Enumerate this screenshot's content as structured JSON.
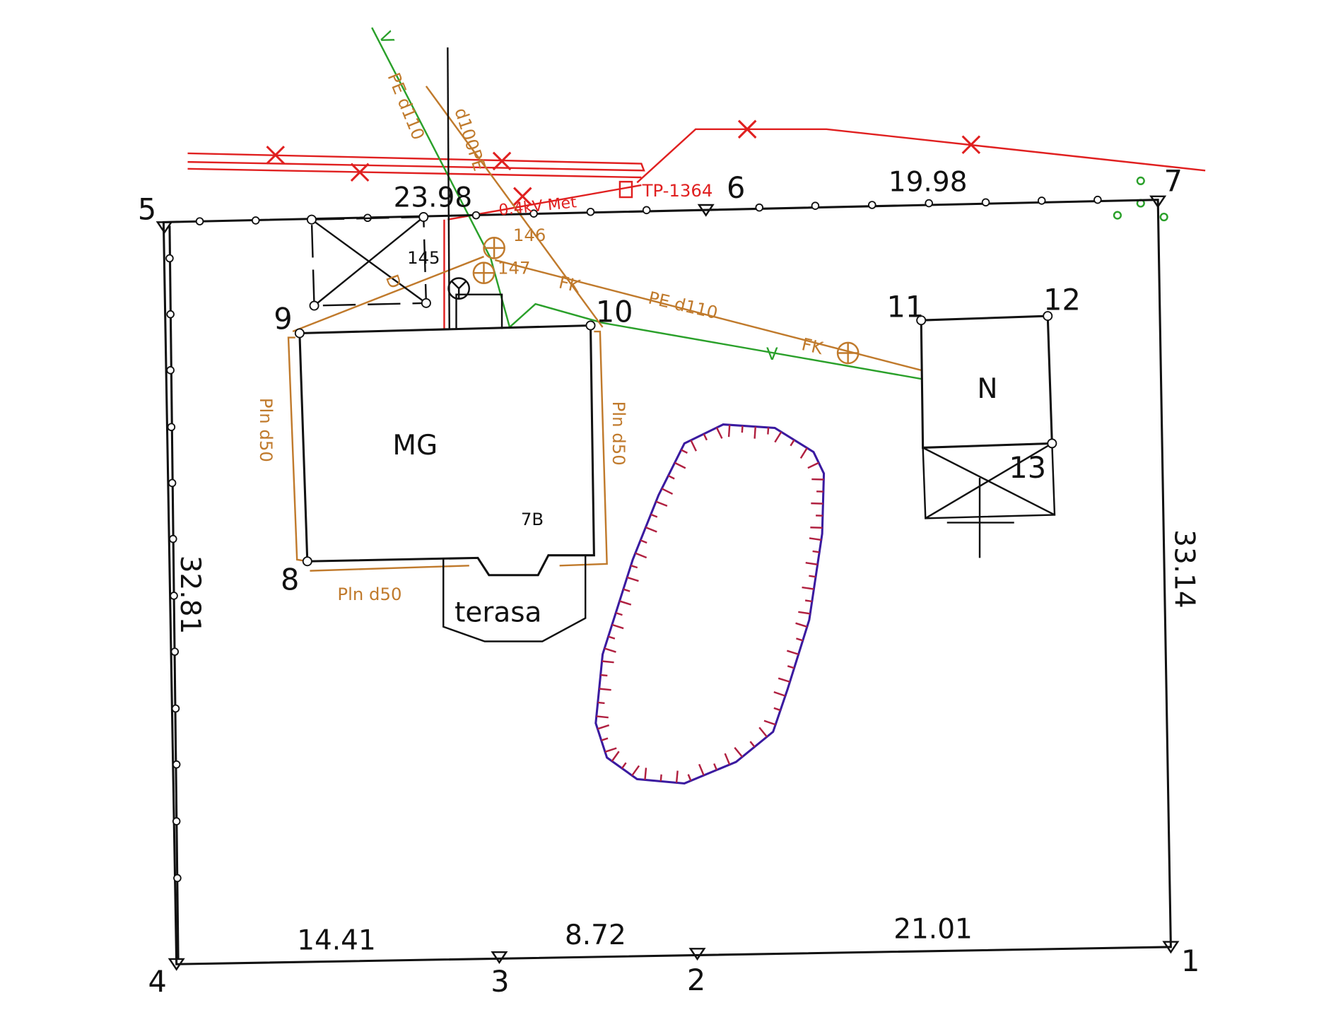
{
  "colors": {
    "boundary": "#111111",
    "power_line": "#e02020",
    "water_line": "#2aa02a",
    "gas_line": "#c07a2c",
    "pond_outline": "#3a1aa0",
    "pond_hatch": "#b02040"
  },
  "points": {
    "p1": "1",
    "p2": "2",
    "p3": "3",
    "p4": "4",
    "p5": "5",
    "p6": "6",
    "p7": "7",
    "p8": "8",
    "p9": "9",
    "p10": "10",
    "p11": "11",
    "p12": "12",
    "p13": "13"
  },
  "dimensions": {
    "top_left": "23.98",
    "top_right": "19.98",
    "left": "32.81",
    "right": "33.14",
    "bottom_left": "14.41",
    "bottom_mid": "8.72",
    "bottom_right": "21.01"
  },
  "buildings": {
    "main": "MG",
    "main_number": "7B",
    "terrace": "terasa",
    "outbuilding": "N",
    "shed_number": "145"
  },
  "utilities": {
    "pe_d110_vertical": "PE d110",
    "d100pe": "d100PE",
    "pe_d110_horizontal": "PE d110",
    "power_cable": "0.4kV Met",
    "transformer": "TP-1364",
    "manhole_146": "146",
    "manhole_147": "147",
    "fk_1": "FK",
    "fk_2": "FK",
    "v_1": "V",
    "v_2": "V",
    "pln_left": "Pln d50",
    "pln_right": "Pln d50",
    "pln_bottom": "Pln d50",
    "d_marker": "D"
  }
}
